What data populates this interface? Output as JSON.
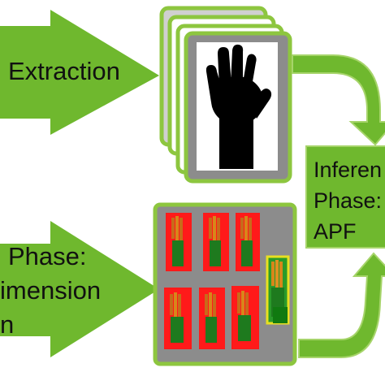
{
  "stages": {
    "extraction_label": "Extraction",
    "phase_label": "Phase:",
    "dimension_label": "imension",
    "reduction_fragment": "n",
    "inference_label": "Inferen",
    "inference_phase_label": "Phase:",
    "apf_label": "APF"
  },
  "colors": {
    "arrow_green": "#6fb82e",
    "arrow_outline": "#8fc85a",
    "card_border": "#8dc63f",
    "panel_gray": "#8c8c8c",
    "box_red": "#ff1a1a",
    "hand_black": "#000000"
  },
  "icons": {
    "hand": "hand-silhouette-icon",
    "particles": "hand-particle-icon"
  }
}
